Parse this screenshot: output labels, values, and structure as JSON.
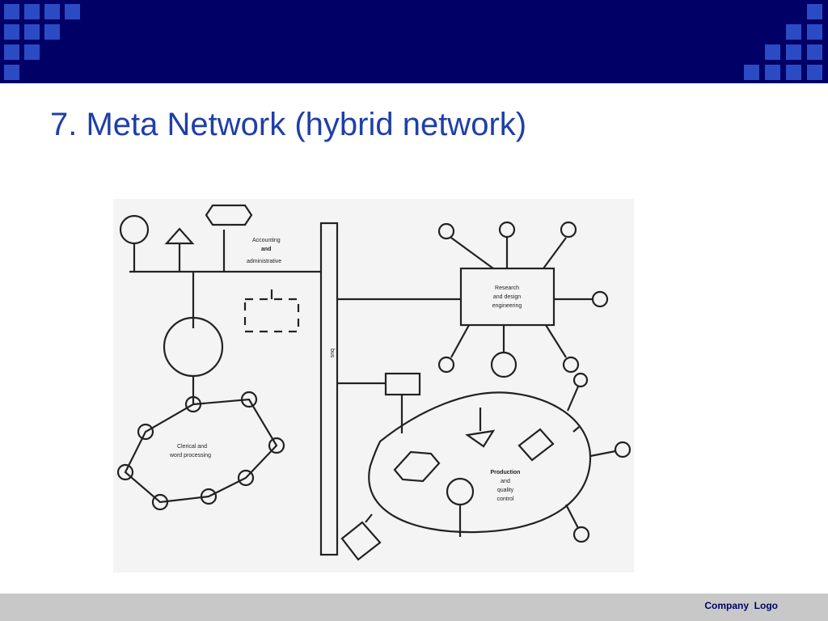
{
  "slide": {
    "title": "7. Meta Network (hybrid network)",
    "footer_logo": "Company  Logo"
  },
  "diagram": {
    "labels": {
      "accounting": "Accounting",
      "and": "and",
      "administrative": "administrative",
      "research_1": "Research",
      "research_2": "and design",
      "research_3": "engineering",
      "clerical_1": "Clerical and",
      "clerical_2": "word processing",
      "production_1": "Production",
      "production_2": "and",
      "production_3": "quality",
      "production_4": "control",
      "bus": "bus"
    }
  },
  "colors": {
    "header": "#000066",
    "header_squares": "#2b4bc4",
    "title": "#1f3fa8",
    "footer": "#c8c8c8",
    "ink": "#222222"
  }
}
